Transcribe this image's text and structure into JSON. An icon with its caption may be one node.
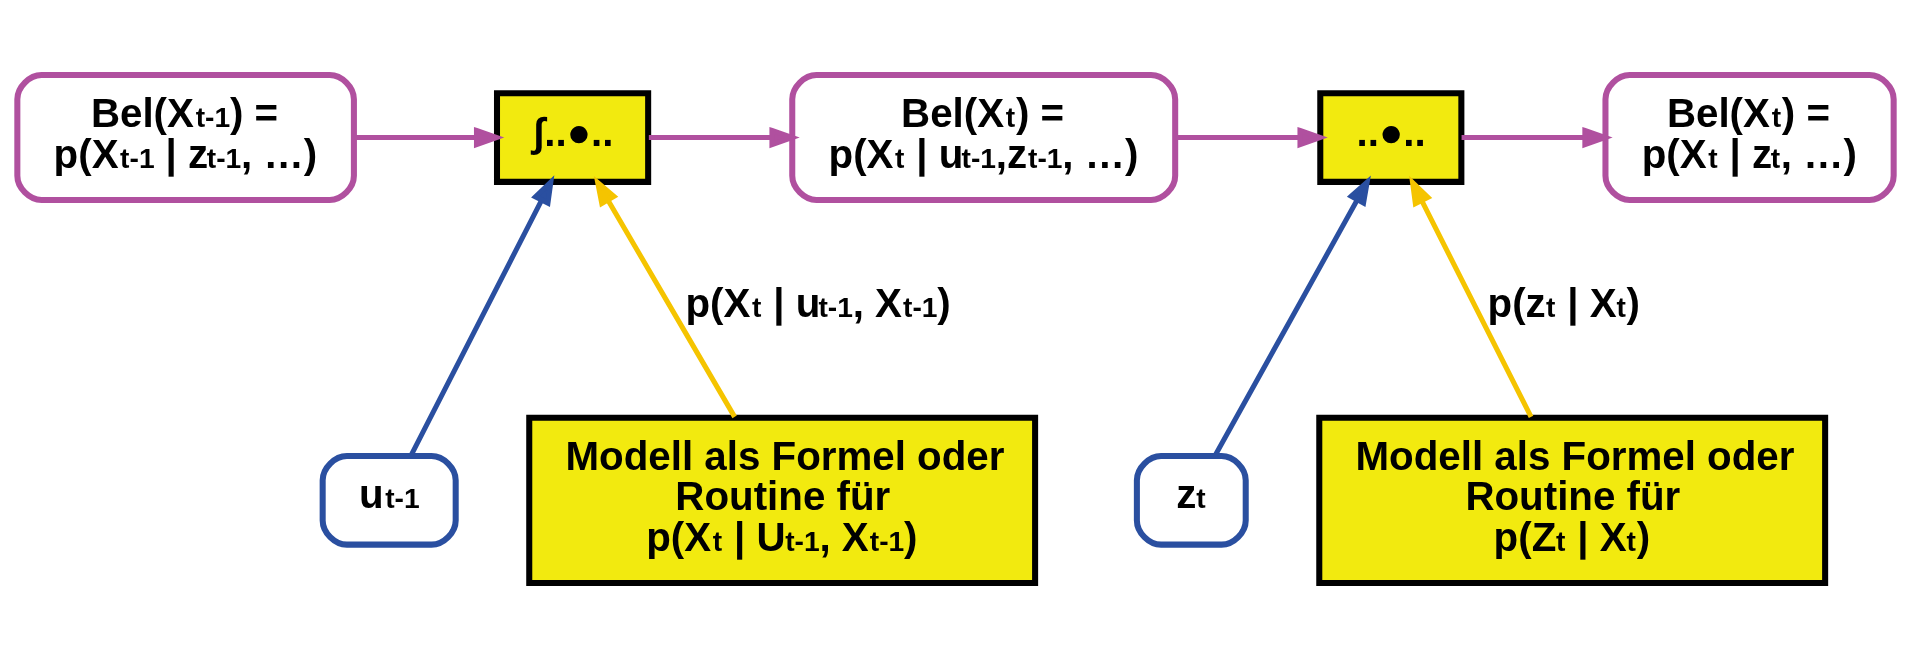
{
  "diagram": {
    "nodes": [
      {
        "text": [
          "Bel(X$_{t-1}$) = p(X$_{t-1}$ | z$_{t-1}$, …)"
        ]
      },
      {
        "text": [
          "∫..●.."
        ]
      },
      {
        "text": [
          "Bel(X$_{t}$) = p(X$_{t}$ | u$_{t-1}$,z$_{t-1}$, …)"
        ]
      },
      {
        "text": [
          "..●.."
        ]
      },
      {
        "text": [
          "Bel(X$_{t}$) = p(X$_{t}$ | z$_{t}$, …)"
        ]
      },
      {
        "text": [
          "u$_{t-1}$"
        ]
      },
      {
        "text": [
          "Modell als Formel oder Routine für p(X$_{t}$ | U$_{t-1}$, X$_{t-1}$)"
        ]
      },
      {
        "text": [
          "z$_{t}$"
        ]
      },
      {
        "text": [
          "Modell als Formel oder Routine für p(Z$_{t}$ | X$_{t}$)"
        ]
      }
    ],
    "edges": [
      {
        "from": 0,
        "to": 1,
        "arrow": "to",
        "color": "#b0509f"
      },
      {
        "from": 1,
        "to": 2,
        "arrow": "to",
        "color": "#b0509f"
      },
      {
        "from": 2,
        "to": 3,
        "arrow": "to",
        "color": "#b0509f"
      },
      {
        "from": 3,
        "to": 4,
        "arrow": "to",
        "color": "#b0509f"
      },
      {
        "from": 5,
        "to": 1,
        "arrow": "to",
        "color": "#2a4fa0"
      },
      {
        "from": 6,
        "to": 1,
        "arrow": "to",
        "label": "p(X$_{t}$ | u$_{t-1}$, X$_{t-1}$)",
        "color": "#f5c400"
      },
      {
        "from": 7,
        "to": 3,
        "arrow": "to",
        "color": "#2a4fa0"
      },
      {
        "from": 8,
        "to": 3,
        "arrow": "to",
        "label": "p(z$_{t}$ | X$_{t}$)",
        "color": "#f5c400"
      }
    ]
  }
}
